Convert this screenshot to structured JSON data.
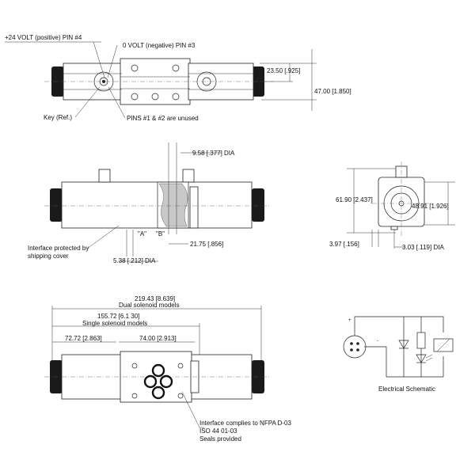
{
  "top_view": {
    "pin4_label": "+24 VOLT  (positive) PIN #4",
    "pin3_label": "0 VOLT (negative) PIN #3",
    "key_label": "Key (Ref.)",
    "pins_unused_label": "PINS #1 & #2 are unused",
    "dim_height": "23.50 [.925]",
    "dim_width": "47.00 [1.850]"
  },
  "side_view": {
    "dia_top": "9.58 [.377] DIA",
    "port_a": "\"A\"",
    "port_b": "\"B\"",
    "interface_note_line1": "Interface protected  by",
    "interface_note_line2": "shipping cover",
    "dim_dia_bottom": "5.38 [.212] DIA",
    "dim_depth": "21.75 [.856]"
  },
  "end_view": {
    "dim_height": "61.90 [2.437]",
    "dim_coil": "48.91 [1.926]",
    "dim_offset": "3.97 [.156]",
    "dim_dia": "3.03 [.119] DIA"
  },
  "bottom_view": {
    "dim_dual": "219.43 [8.639]",
    "dual_label": "Dual solenoid models",
    "dim_single": "155.72 [6.1 30]",
    "single_label": "Single solenoid models",
    "dim_left": "72.72 [2.863]",
    "dim_mid": "74.00 [2.913]",
    "iface_line1": "Interface complies to NFPA D-03",
    "iface_line2": "ISO 44 01-03",
    "iface_line3": "Seals provided"
  },
  "schematic": {
    "title": "Electrical Schematic",
    "plus": "+",
    "minus": "-"
  }
}
